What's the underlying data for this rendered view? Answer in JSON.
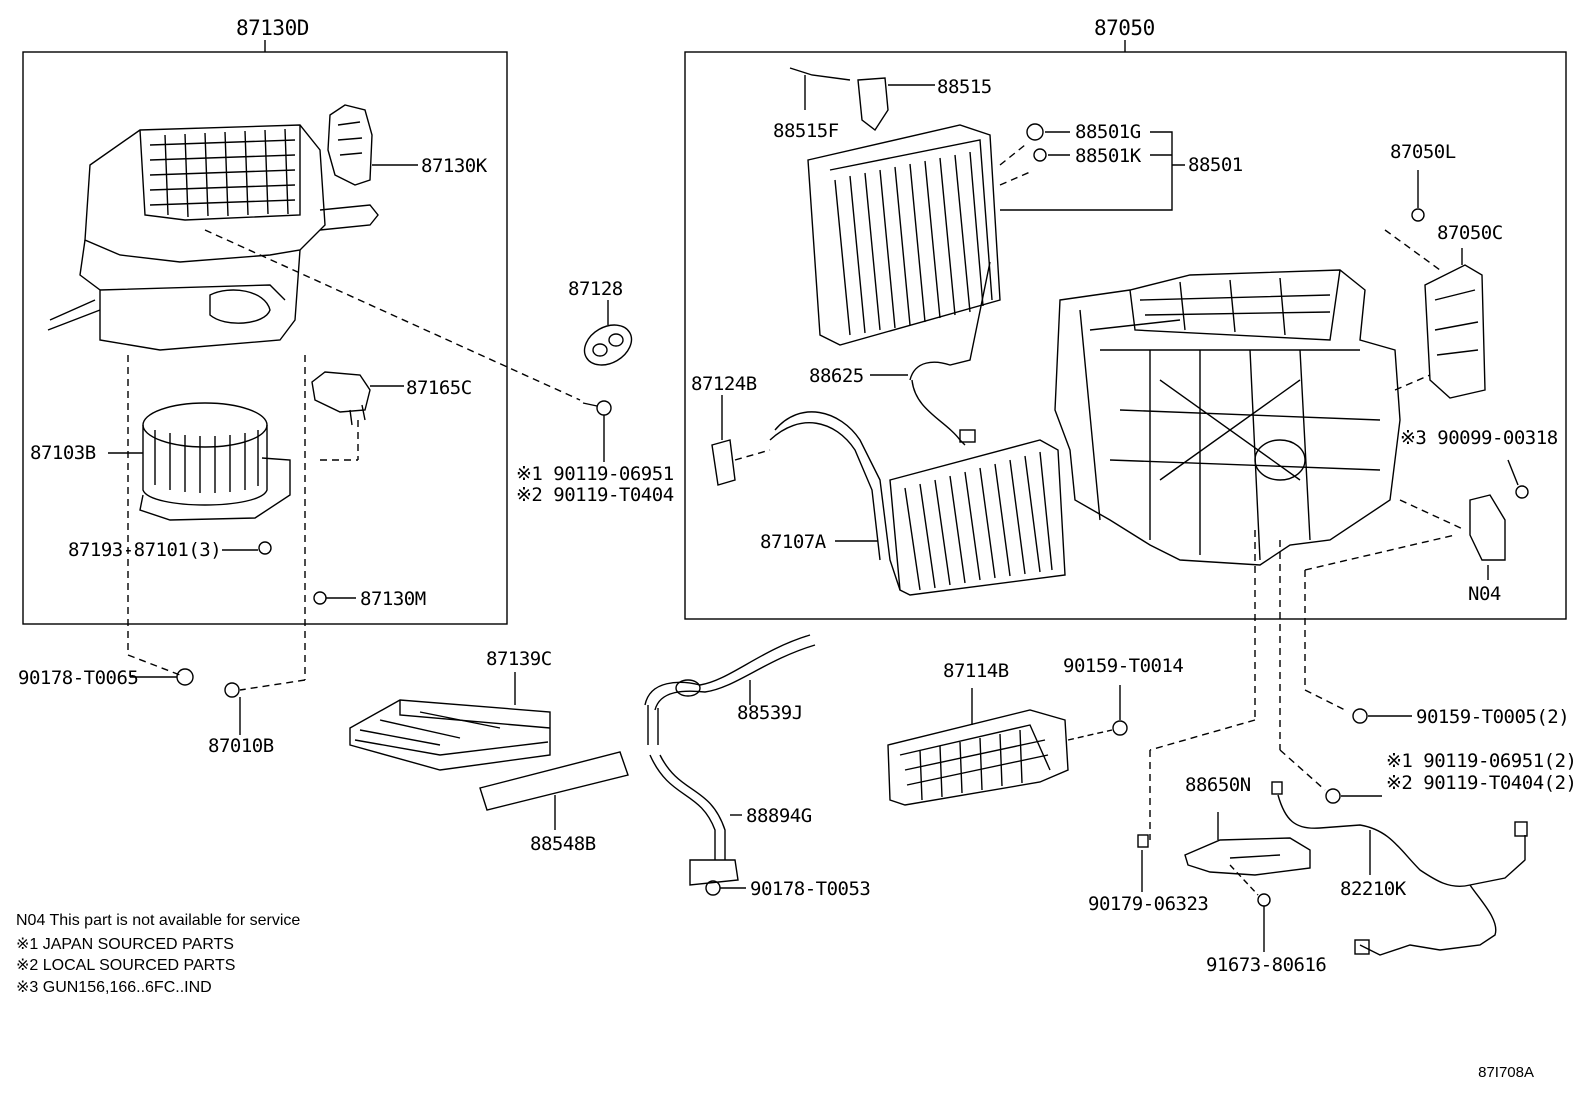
{
  "groups": {
    "left": "87130D",
    "right": "87050"
  },
  "labels": {
    "p87130K": "87130K",
    "p87128": "87128",
    "p87165C": "87165C",
    "p87103B": "87103B",
    "p87193": "87193-87101(3)",
    "p87130M": "87130M",
    "p90119a1": "※1 90119-06951",
    "p90119a2": "※2 90119-T0404",
    "p90178_T0065": "90178-T0065",
    "p87010B": "87010B",
    "p87139C": "87139C",
    "p88548B": "88548B",
    "p88539J": "88539J",
    "p88894G": "88894G",
    "p90178_T0053": "90178-T0053",
    "p88515": "88515",
    "p88515F": "88515F",
    "p88501G": "88501G",
    "p88501K": "88501K",
    "p88501": "88501",
    "p87050L": "87050L",
    "p87050C": "87050C",
    "p88625": "88625",
    "p87124B": "87124B",
    "p87107A": "87107A",
    "p90099": "※3 90099-00318",
    "pN04": "N04",
    "p87114B": "87114B",
    "p90159_T0014": "90159-T0014",
    "p90159_T0005": "90159-T0005(2)",
    "p90119b1": "※1 90119-06951(2)",
    "p90119b2": "※2 90119-T0404(2)",
    "p88650N": "88650N",
    "p82210K": "82210K",
    "p90179": "90179-06323",
    "p91673": "91673-80616"
  },
  "notes": [
    "N04  This part is not available for service",
    "※1 JAPAN SOURCED PARTS",
    "※2 LOCAL SOURCED PARTS",
    "※3 GUN156,166..6FC..IND"
  ],
  "reference": "87I708A"
}
